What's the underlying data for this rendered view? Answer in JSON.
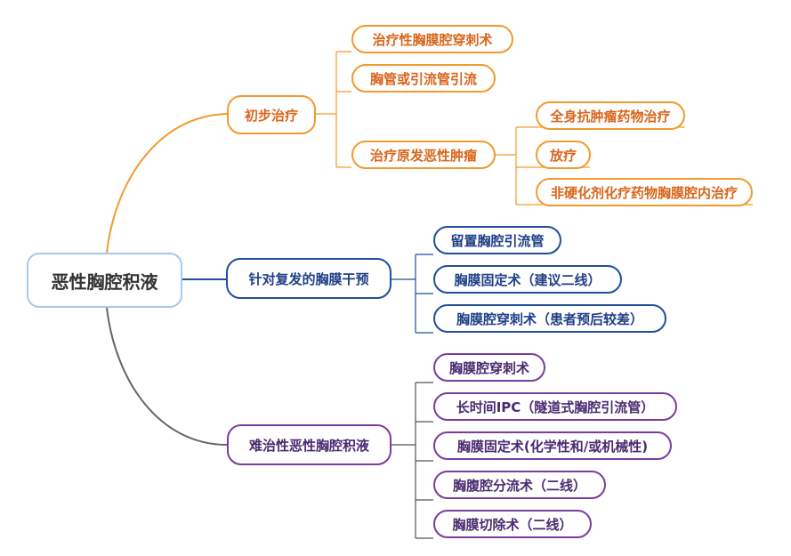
{
  "root": {
    "label": "恶性胸腔积液"
  },
  "branches": [
    {
      "label": "初步治疗",
      "children": [
        "治疗性胸膜腔穿刺术",
        "胸管或引流管引流",
        "治疗原发恶性肿瘤"
      ],
      "sub": [
        "全身抗肿瘤药物治疗",
        "放疗",
        "非硬化剂化疗药物胸膜腔内治疗"
      ]
    },
    {
      "label": "针对复发的胸膜干预",
      "children": [
        "留置胸腔引流管",
        "胸膜固定术（建议二线）",
        "胸膜腔穿刺术（患者预后较差）"
      ]
    },
    {
      "label": "难治性恶性胸腔积液",
      "children": [
        "胸膜腔穿刺术",
        "长时间IPC（隧道式胸腔引流管）",
        "胸膜固定术(化学性和/或机械性)",
        "胸腹腔分流术（二线）",
        "胸膜切除术（二线）"
      ]
    }
  ],
  "colors": {
    "root_border": "#a7c8ee",
    "orange": "#f29a2e",
    "blue": "#1f4e9c",
    "purple": "#7a3c9e",
    "grey_link": "#666666"
  }
}
